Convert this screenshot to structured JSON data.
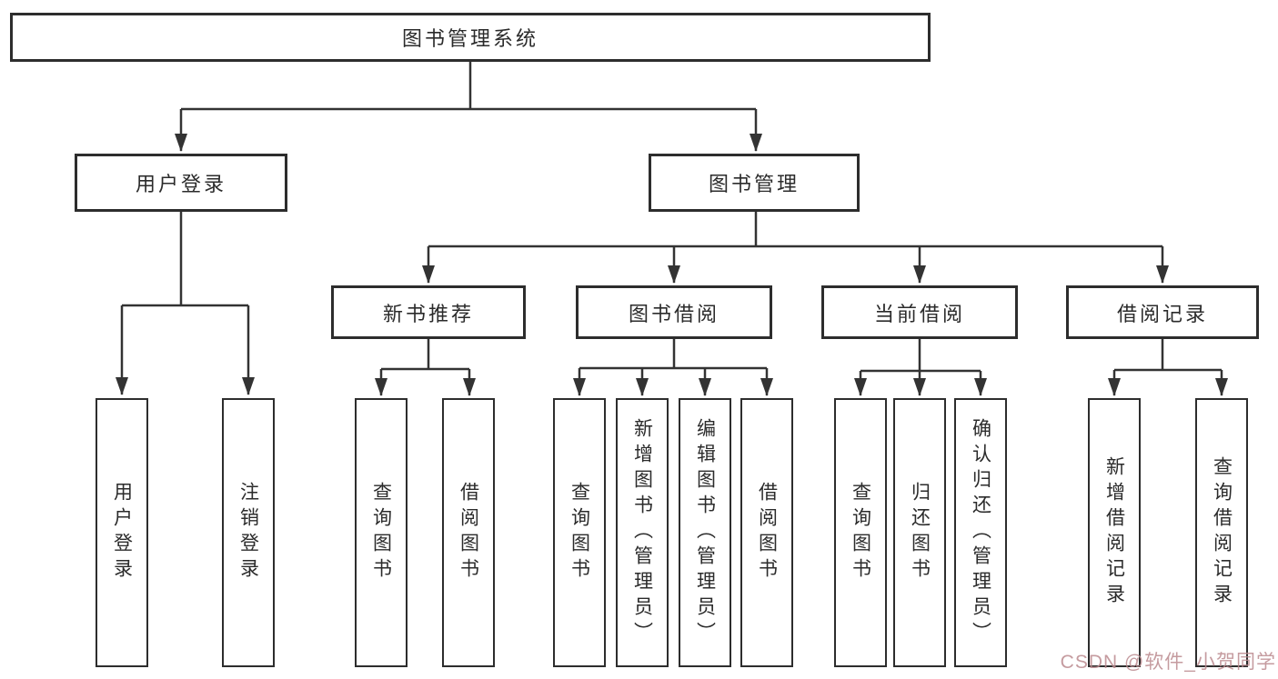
{
  "colors": {
    "line": "#333333",
    "border": "#2d2d2d",
    "text": "#2b2b2b",
    "watermark": "#bb8a8f"
  },
  "nodes": {
    "root": {
      "label": "图书管理系统"
    },
    "user_login": {
      "label": "用户登录"
    },
    "book_mgmt": {
      "label": "图书管理"
    },
    "new_books": {
      "label": "新书推荐"
    },
    "book_borrow": {
      "label": "图书借阅"
    },
    "current_borrow": {
      "label": "当前借阅"
    },
    "borrow_records": {
      "label": "借阅记录"
    }
  },
  "leaves": {
    "login": {
      "label": "用户登录"
    },
    "logout": {
      "label": "注销登录"
    },
    "nb_query": {
      "label": "查询图书"
    },
    "nb_borrow": {
      "label": "借阅图书"
    },
    "bb_query": {
      "label": "查询图书"
    },
    "bb_add": {
      "label": "新增图书（管理员）"
    },
    "bb_edit": {
      "label": "编辑图书（管理员）"
    },
    "bb_borrow": {
      "label": "借阅图书"
    },
    "cb_query": {
      "label": "查询图书"
    },
    "cb_return": {
      "label": "归还图书"
    },
    "cb_confirm": {
      "label": "确认归还（管理员）"
    },
    "br_add": {
      "label": "新增借阅记录"
    },
    "br_query": {
      "label": "查询借阅记录"
    }
  },
  "watermark": {
    "text": "CSDN @软件_小贺同学"
  }
}
